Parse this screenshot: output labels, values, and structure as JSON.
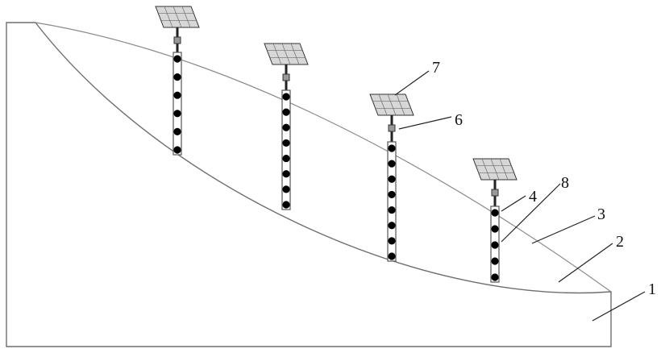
{
  "labels": [
    {
      "id": "1",
      "text": "1"
    },
    {
      "id": "2",
      "text": "2"
    },
    {
      "id": "3",
      "text": "3"
    },
    {
      "id": "4",
      "text": "4"
    },
    {
      "id": "6",
      "text": "6"
    },
    {
      "id": "7",
      "text": "7"
    },
    {
      "id": "8",
      "text": "8"
    }
  ],
  "monitoring_units": [
    {
      "name": "unit-1",
      "sensor_count": 6
    },
    {
      "name": "unit-2",
      "sensor_count": 8
    },
    {
      "name": "unit-3",
      "sensor_count": 8
    },
    {
      "name": "unit-4",
      "sensor_count": 5
    }
  ]
}
